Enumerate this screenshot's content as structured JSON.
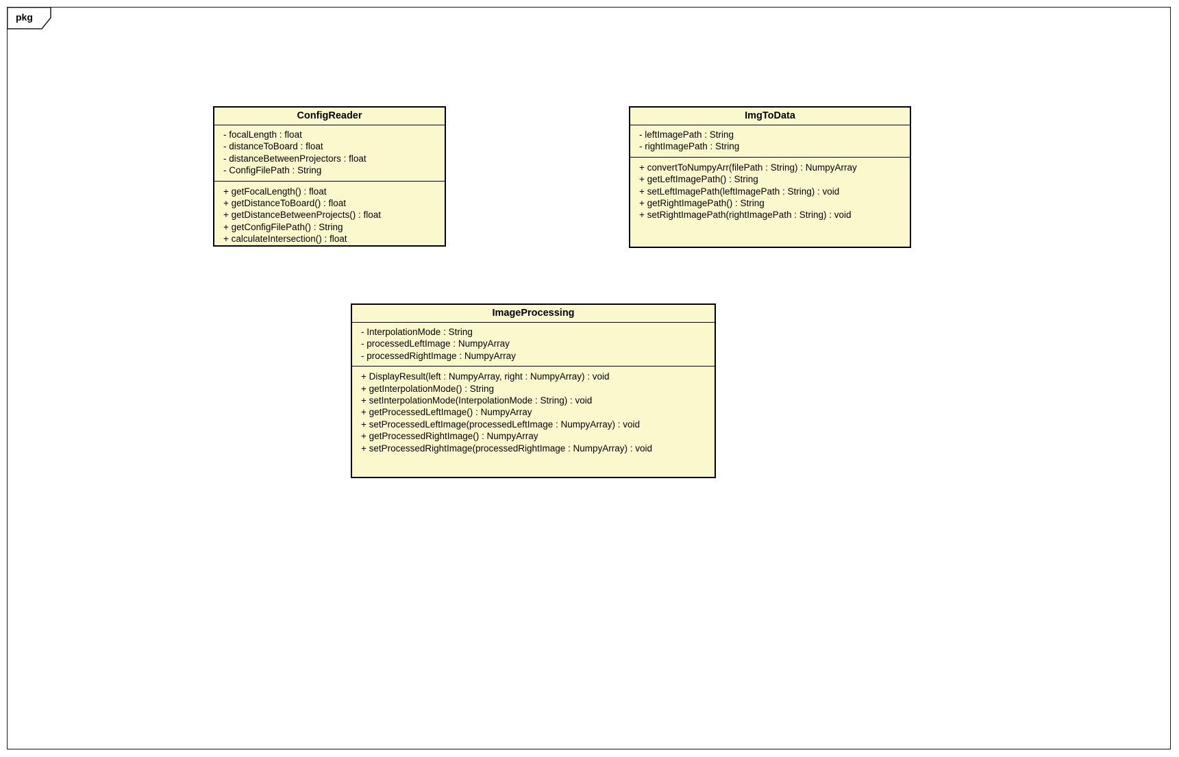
{
  "frame": {
    "label": "pkg"
  },
  "colors": {
    "background": "#ffffff",
    "frame_border": "#1a1a1a",
    "class_border": "#000000",
    "class_fill": "#fbf8ce"
  },
  "classes": [
    {
      "name": "ConfigReader",
      "attributes": [
        "- focalLength : float",
        "- distanceToBoard : float",
        "- distanceBetweenProjectors : float",
        "- ConfigFilePath : String"
      ],
      "methods": [
        "+ getFocalLength() : float",
        "+ getDistanceToBoard() : float",
        "+ getDistanceBetweenProjects() : float",
        "+ getConfigFilePath() : String",
        "+ calculateIntersection() : float"
      ]
    },
    {
      "name": "ImgToData",
      "attributes": [
        "- leftImagePath : String",
        "- rightImagePath : String"
      ],
      "methods": [
        "+ convertToNumpyArr(filePath : String) : NumpyArray",
        "+ getLeftImagePath() : String",
        "+ setLeftImagePath(leftImagePath : String) : void",
        "+ getRightImagePath() : String",
        "+ setRightImagePath(rightImagePath : String) : void"
      ]
    },
    {
      "name": "ImageProcessing",
      "attributes": [
        "- InterpolationMode : String",
        "- processedLeftImage : NumpyArray",
        "- processedRightImage : NumpyArray"
      ],
      "methods": [
        "+ DisplayResult(left : NumpyArray, right : NumpyArray) : void",
        "+ getInterpolationMode() : String",
        "+ setInterpolationMode(InterpolationMode : String) : void",
        "+ getProcessedLeftImage() : NumpyArray",
        "+ setProcessedLeftImage(processedLeftImage : NumpyArray) : void",
        "+ getProcessedRightImage() : NumpyArray",
        "+ setProcessedRightImage(processedRightImage : NumpyArray) : void"
      ]
    }
  ]
}
